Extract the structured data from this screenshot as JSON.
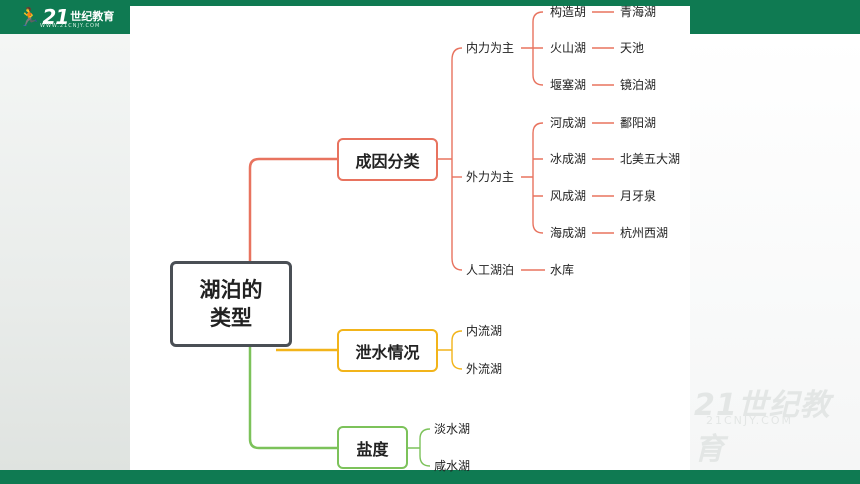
{
  "header": {
    "logo_number": "21",
    "logo_text": "世纪教育",
    "logo_sub": "WWW.21CNJY.COM"
  },
  "watermark": {
    "main": "21世纪教育",
    "sub": "21CNJY.COM"
  },
  "mindmap": {
    "root": "湖泊的类型",
    "colors": {
      "red": "#e8735f",
      "yellow": "#f2b41a",
      "green": "#7cc25a",
      "root_border": "#4a4f55"
    },
    "branches": [
      {
        "label": "成因分类",
        "children": [
          {
            "label": "内力为主",
            "children": [
              {
                "label": "构造胡",
                "leaf": "青海湖"
              },
              {
                "label": "火山湖",
                "leaf": "天池"
              },
              {
                "label": "堰塞湖",
                "leaf": "镜泊湖"
              }
            ]
          },
          {
            "label": "外力为主",
            "children": [
              {
                "label": "河成湖",
                "leaf": "鄱阳湖"
              },
              {
                "label": "冰成湖",
                "leaf": "北美五大湖"
              },
              {
                "label": "风成湖",
                "leaf": "月牙泉"
              },
              {
                "label": "海成湖",
                "leaf": "杭州西湖"
              }
            ]
          },
          {
            "label": "人工湖泊",
            "leaf": "水库"
          }
        ]
      },
      {
        "label": "泄水情况",
        "children": [
          {
            "label": "内流湖"
          },
          {
            "label": "外流湖"
          }
        ]
      },
      {
        "label": "盐度",
        "children": [
          {
            "label": "淡水湖"
          },
          {
            "label": "咸水湖"
          }
        ]
      }
    ]
  }
}
